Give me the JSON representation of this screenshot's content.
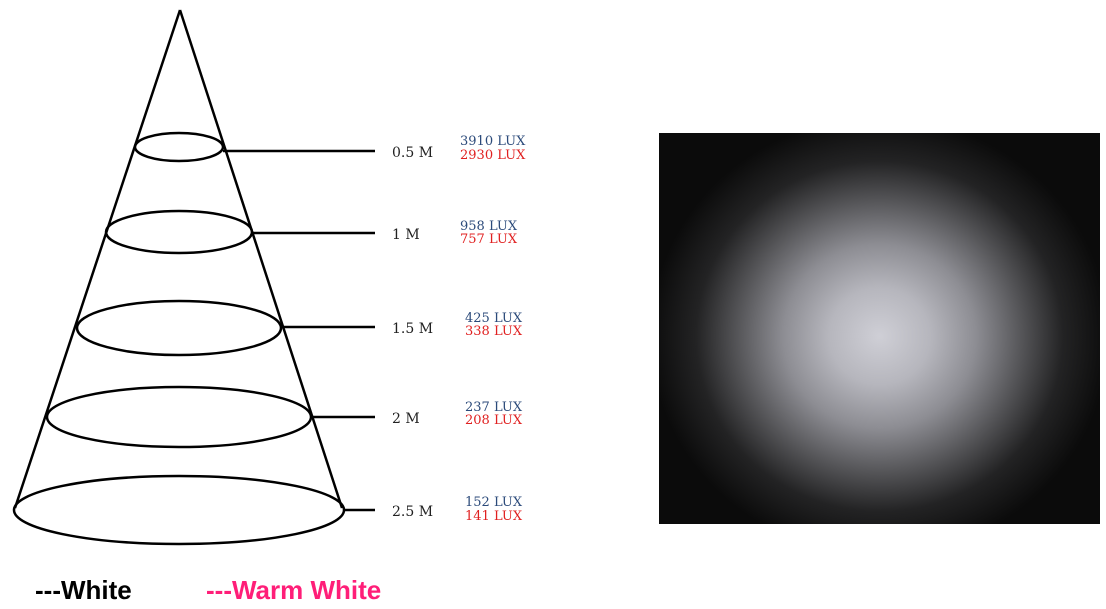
{
  "levels": [
    {
      "distance": "0.5 M",
      "white_lux": "3910 LUX",
      "warm_lux": "2930 LUX"
    },
    {
      "distance": "1 M",
      "white_lux": "958 LUX",
      "warm_lux": "757 LUX"
    },
    {
      "distance": "1.5 M",
      "white_lux": "425 LUX",
      "warm_lux": "338 LUX"
    },
    {
      "distance": "2 M",
      "white_lux": "237 LUX",
      "warm_lux": "208 LUX"
    },
    {
      "distance": "2.5 M",
      "white_lux": "152 LUX",
      "warm_lux": "141 LUX"
    }
  ],
  "legend": {
    "white_label": "---White",
    "warm_label": "---Warm White"
  },
  "colors": {
    "white_lux": "#2b4a7a",
    "warm_lux": "#e02020",
    "warm_legend": "#ff1e78"
  }
}
